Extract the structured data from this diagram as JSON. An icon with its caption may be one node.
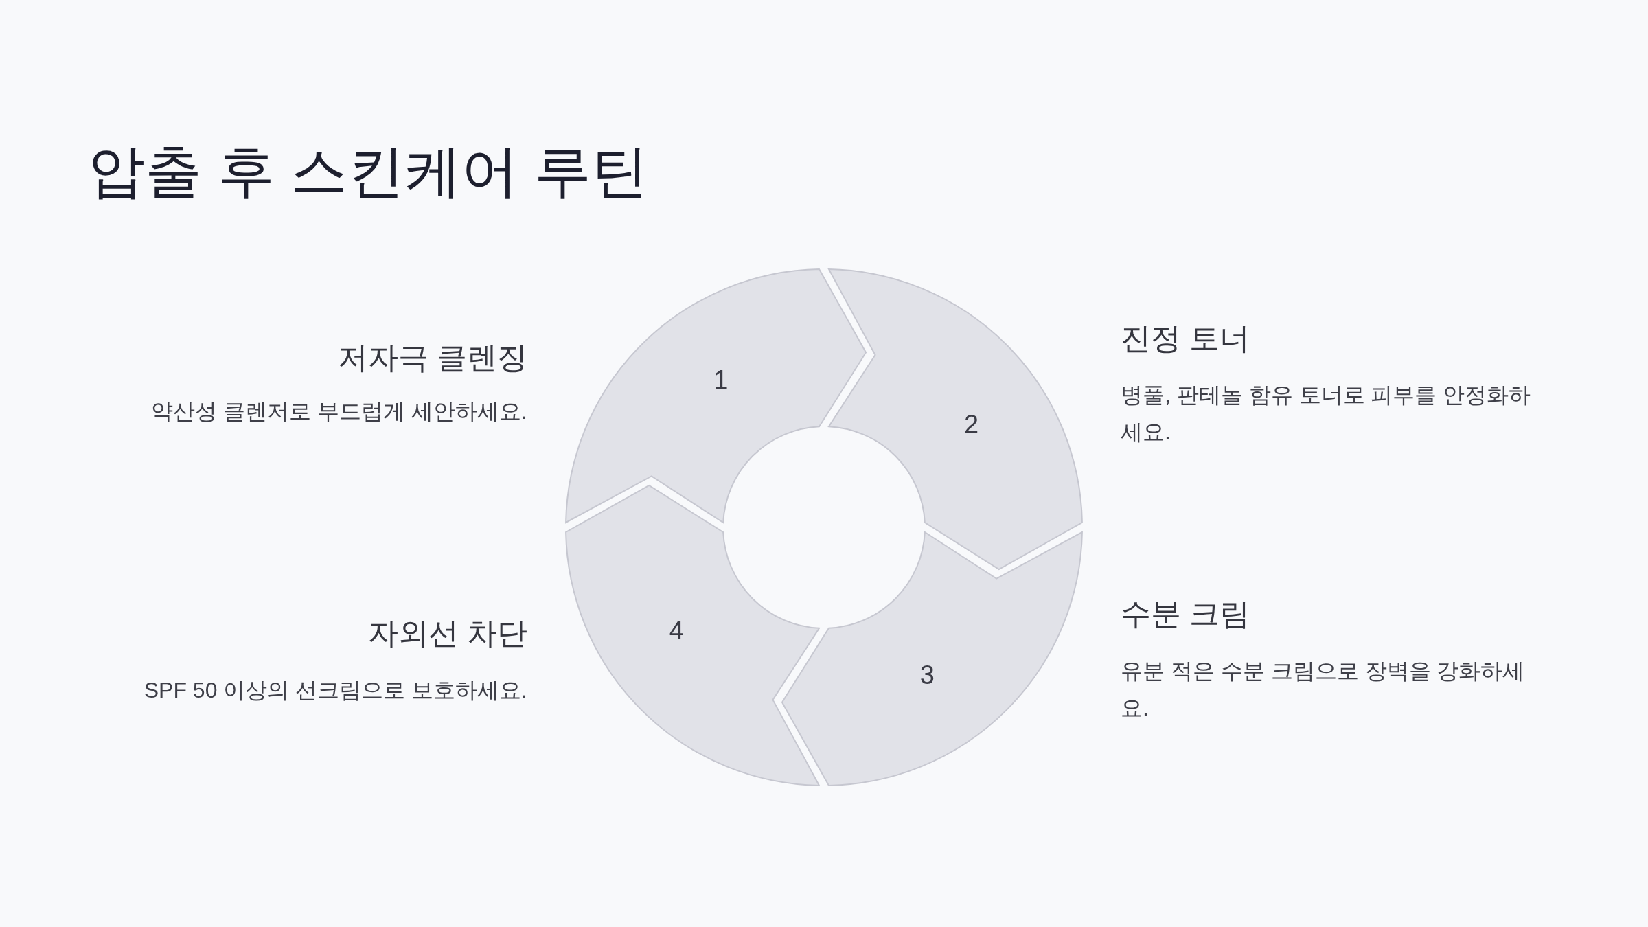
{
  "diagram": {
    "title": "압출 후 스킨케어 루틴",
    "nodes": [
      {
        "text": [
          "1"
        ],
        "beside": [
          "저자극 클렌징",
          "약산성 클렌저로 부드럽게 세안하세요."
        ]
      },
      {
        "text": [
          "2"
        ],
        "beside": [
          "진정 토너",
          "병풀, 판테놀 함유 토너로 피부를 안정화하세요."
        ]
      },
      {
        "text": [
          "3"
        ],
        "beside": [
          "수분 크림",
          "유분 적은 수분 크림으로 장벽을 강화하세요."
        ]
      },
      {
        "text": [
          "4"
        ],
        "beside": [
          "자외선 차단",
          "SPF 50 이상의 선크림으로 보호하세요."
        ]
      }
    ]
  }
}
